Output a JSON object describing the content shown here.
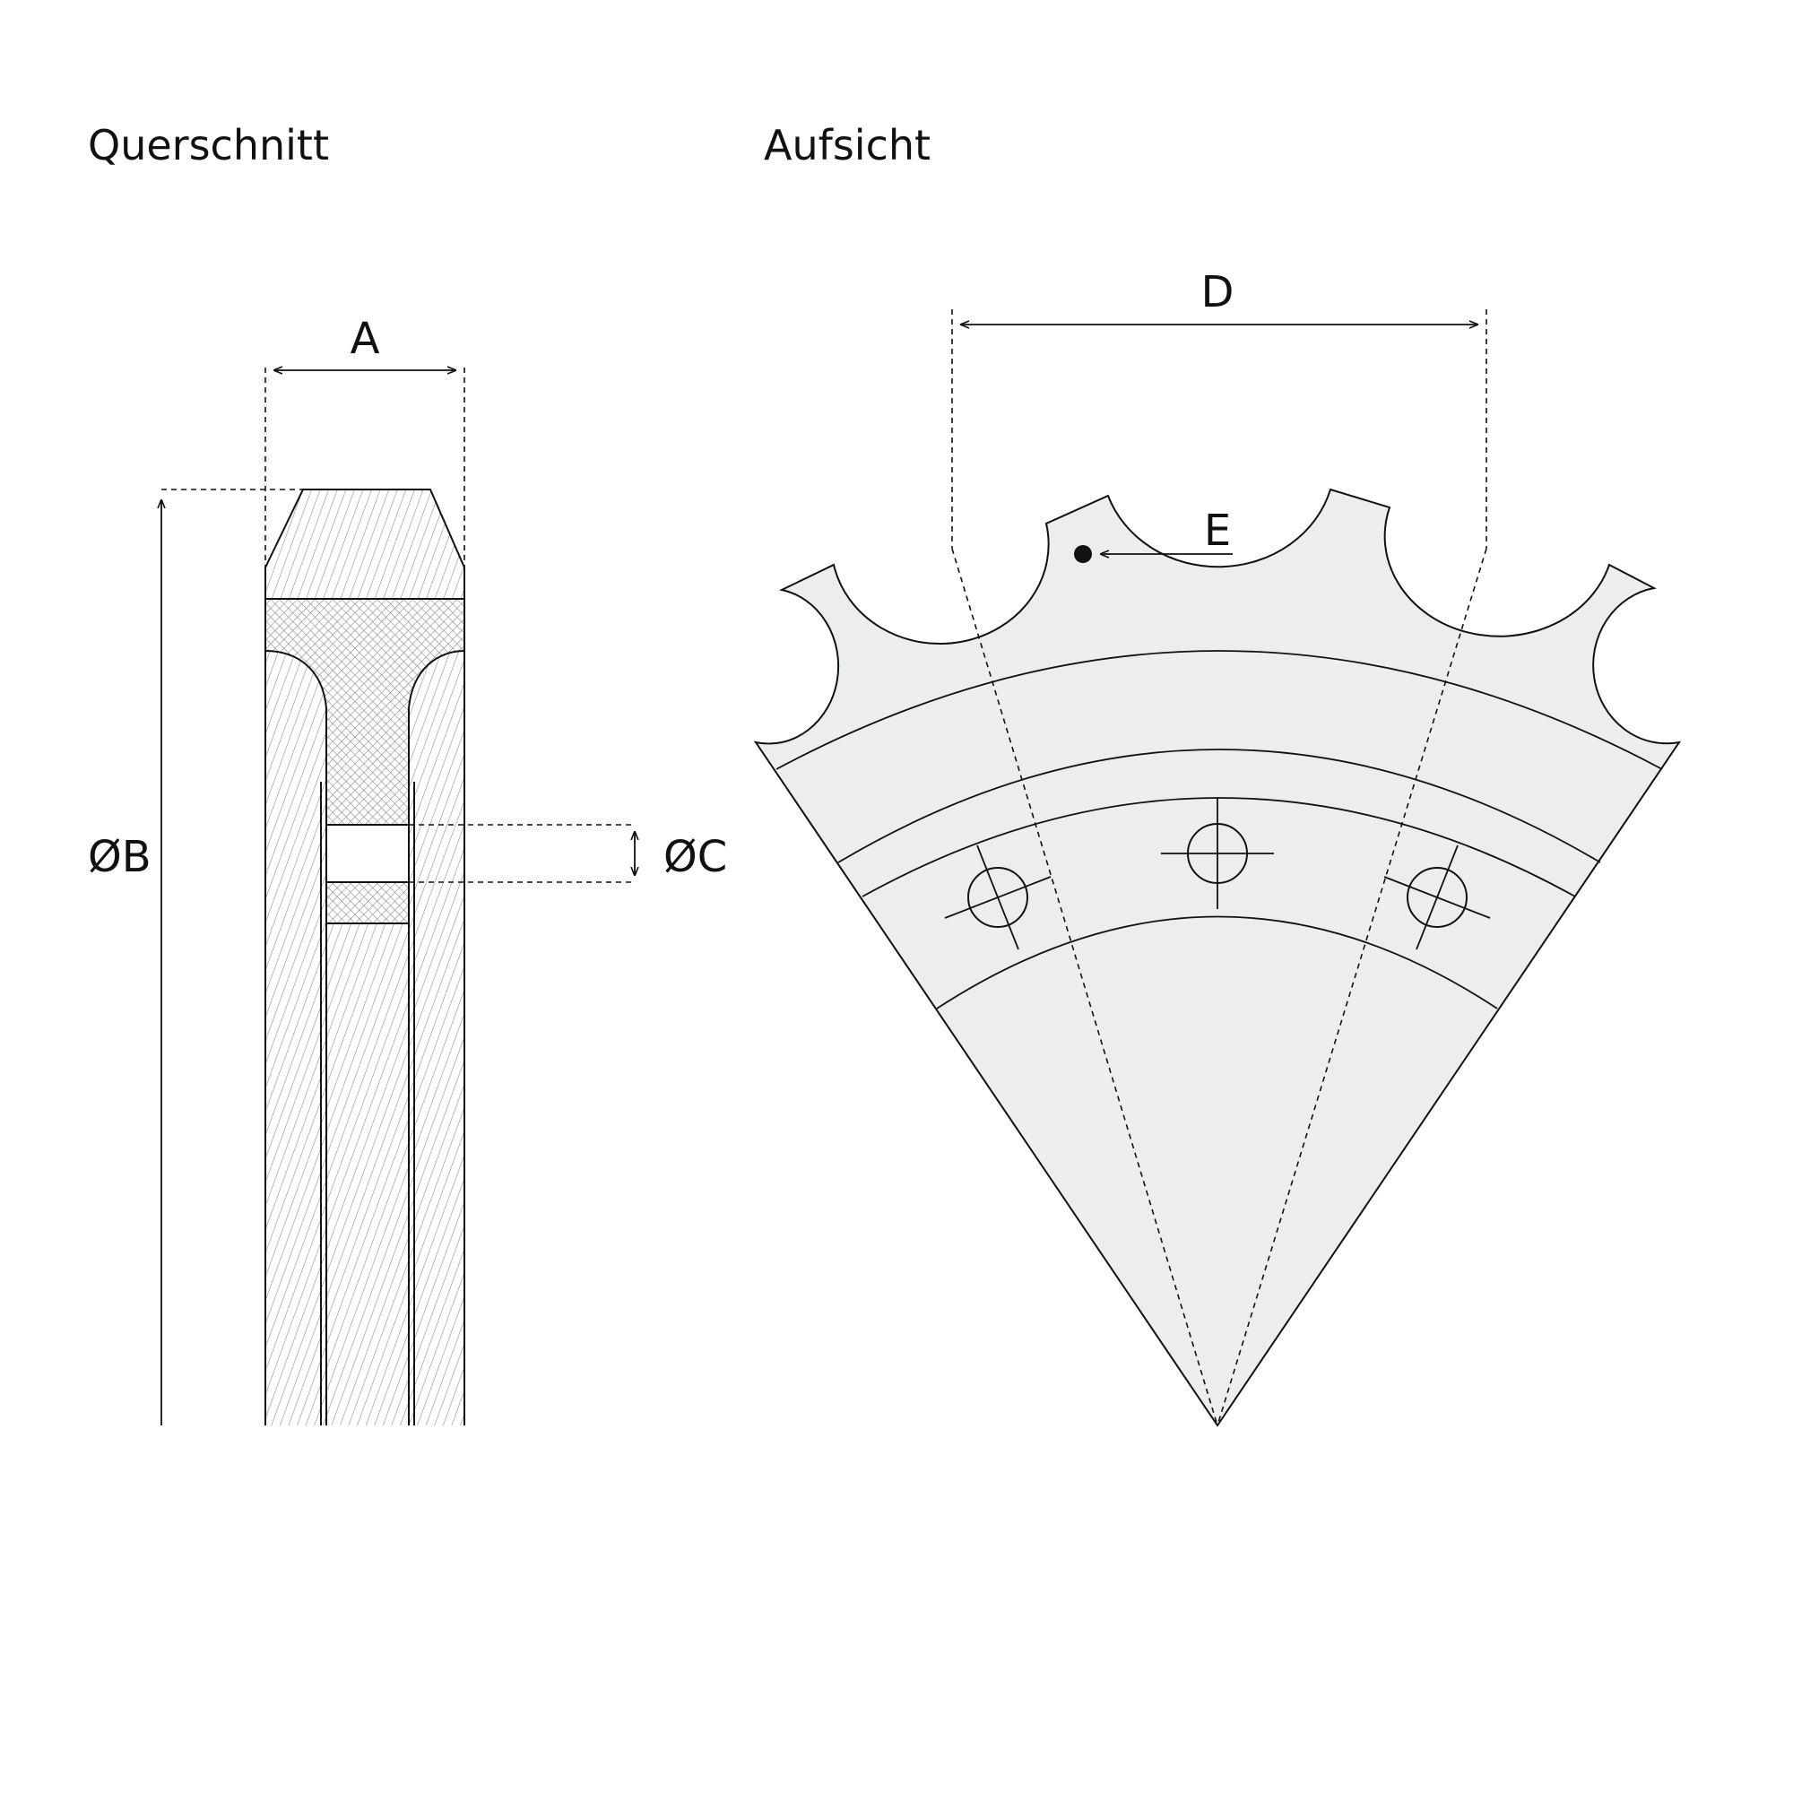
{
  "views": {
    "cross_section": {
      "title": "Querschnitt"
    },
    "top_view": {
      "title": "Aufsicht"
    }
  },
  "dimensions": {
    "a": "A",
    "b": "ØB",
    "c": "ØC",
    "d": "D",
    "e": "E"
  },
  "colors": {
    "line": "#111111",
    "fill_sector": "#eceeed",
    "hatch_fill": "#eeeeee",
    "crosshatch": "#9a9a9a"
  }
}
